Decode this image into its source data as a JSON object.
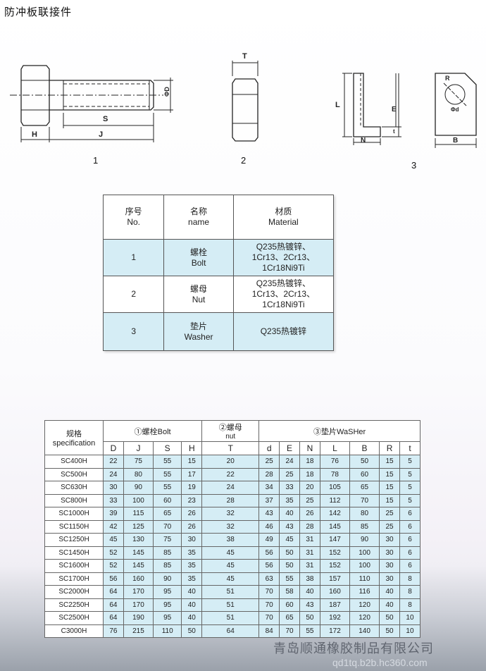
{
  "page_title": "防冲板联接件",
  "drawings": {
    "labels": {
      "H": "H",
      "J": "J",
      "S": "S",
      "D": "ΦD",
      "T": "T",
      "L": "L",
      "E": "E",
      "N": "N",
      "t": "t",
      "B": "B",
      "R": "R",
      "d": "Φd"
    },
    "fig1": "1",
    "fig2": "2",
    "fig3": "3"
  },
  "materials_table": {
    "headers": {
      "no_cn": "序号",
      "no_en": "No.",
      "name_cn": "名称",
      "name_en": "name",
      "material_cn": "材质",
      "material_en": "Material"
    },
    "rows": [
      {
        "no": "1",
        "name_cn": "螺栓",
        "name_en": "Bolt",
        "material": [
          "Q235热镀锌、",
          "1Cr13、2Cr13、",
          "1Cr18Ni9Ti"
        ]
      },
      {
        "no": "2",
        "name_cn": "螺母",
        "name_en": "Nut",
        "material": [
          "Q235热镀锌、",
          "1Cr13、2Cr13、",
          "1Cr18Ni9Ti"
        ]
      },
      {
        "no": "3",
        "name_cn": "垫片",
        "name_en": "Washer",
        "material": [
          "Q235热镀锌"
        ]
      }
    ]
  },
  "spec_table": {
    "spec_label_cn": "规格",
    "spec_label_en": "specification",
    "group_bolt": "①螺栓Bolt",
    "group_nut": "②螺母",
    "group_nut_en": "nut",
    "group_washer": "③垫片WaSHer",
    "columns": [
      "D",
      "J",
      "S",
      "H",
      "T",
      "d",
      "E",
      "N",
      "L",
      "B",
      "R",
      "t"
    ],
    "rows": [
      {
        "spec": "SC400H",
        "v": [
          "22",
          "75",
          "55",
          "15",
          "20",
          "25",
          "24",
          "18",
          "76",
          "50",
          "15",
          "5"
        ]
      },
      {
        "spec": "SC500H",
        "v": [
          "24",
          "80",
          "55",
          "17",
          "22",
          "28",
          "25",
          "18",
          "78",
          "60",
          "15",
          "5"
        ]
      },
      {
        "spec": "SC630H",
        "v": [
          "30",
          "90",
          "55",
          "19",
          "24",
          "34",
          "33",
          "20",
          "105",
          "65",
          "15",
          "5"
        ]
      },
      {
        "spec": "SC800H",
        "v": [
          "33",
          "100",
          "60",
          "23",
          "28",
          "37",
          "35",
          "25",
          "112",
          "70",
          "15",
          "5"
        ]
      },
      {
        "spec": "SC1000H",
        "v": [
          "39",
          "115",
          "65",
          "26",
          "32",
          "43",
          "40",
          "26",
          "142",
          "80",
          "25",
          "6"
        ]
      },
      {
        "spec": "SC1150H",
        "v": [
          "42",
          "125",
          "70",
          "26",
          "32",
          "46",
          "43",
          "28",
          "145",
          "85",
          "25",
          "6"
        ]
      },
      {
        "spec": "SC1250H",
        "v": [
          "45",
          "130",
          "75",
          "30",
          "38",
          "49",
          "45",
          "31",
          "147",
          "90",
          "30",
          "6"
        ]
      },
      {
        "spec": "SC1450H",
        "v": [
          "52",
          "145",
          "85",
          "35",
          "45",
          "56",
          "50",
          "31",
          "152",
          "100",
          "30",
          "6"
        ]
      },
      {
        "spec": "SC1600H",
        "v": [
          "52",
          "145",
          "85",
          "35",
          "45",
          "56",
          "50",
          "31",
          "152",
          "100",
          "30",
          "6"
        ]
      },
      {
        "spec": "SC1700H",
        "v": [
          "56",
          "160",
          "90",
          "35",
          "45",
          "63",
          "55",
          "38",
          "157",
          "110",
          "30",
          "8"
        ]
      },
      {
        "spec": "SC2000H",
        "v": [
          "64",
          "170",
          "95",
          "40",
          "51",
          "70",
          "58",
          "40",
          "160",
          "116",
          "40",
          "8"
        ]
      },
      {
        "spec": "SC2250H",
        "v": [
          "64",
          "170",
          "95",
          "40",
          "51",
          "70",
          "60",
          "43",
          "187",
          "120",
          "40",
          "8"
        ]
      },
      {
        "spec": "SC2500H",
        "v": [
          "64",
          "190",
          "95",
          "40",
          "51",
          "70",
          "65",
          "50",
          "192",
          "120",
          "50",
          "10"
        ]
      },
      {
        "spec": "C3000H",
        "v": [
          "76",
          "215",
          "110",
          "50",
          "64",
          "84",
          "70",
          "55",
          "172",
          "140",
          "50",
          "10"
        ]
      }
    ]
  },
  "watermark": "青岛顺通橡胶制品有限公司",
  "watermark_url": "qd1tq.b2b.hc360.com"
}
